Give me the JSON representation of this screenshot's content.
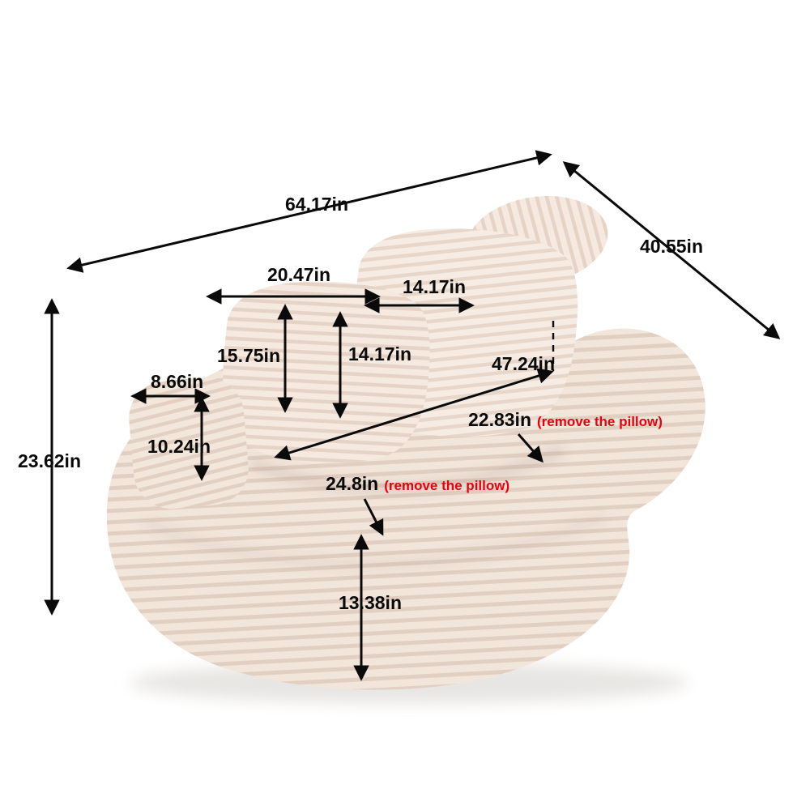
{
  "scene": {
    "product_name": "corduroy bean bag lazy sofa",
    "view": "dimension diagram"
  },
  "colors": {
    "fabric_base": "#f2e5da",
    "fabric_stripe": "#e0cdc0",
    "annotation_black": "#0a0a0a",
    "note_red": "#e8000d",
    "ground_shadow": "#e8e6e3"
  },
  "dimensions": {
    "overall_width": "64.17in",
    "overall_depth": "40.55in",
    "overall_height": "23.62in",
    "back_pillow_width": "20.47in",
    "back_pillow_height": "15.75in",
    "head_pillow_width": "14.17in",
    "back_cushion_thickness": "14.17in",
    "seat_length": "47.24in",
    "arm_pillow_width": "8.66in",
    "arm_pillow_height": "10.24in",
    "seat_depth": "22.83in",
    "seat_depth_note": "(remove the pillow)",
    "seat_width": "24.8in",
    "seat_width_note": "(remove the pillow)",
    "seat_height": "13.38in"
  }
}
